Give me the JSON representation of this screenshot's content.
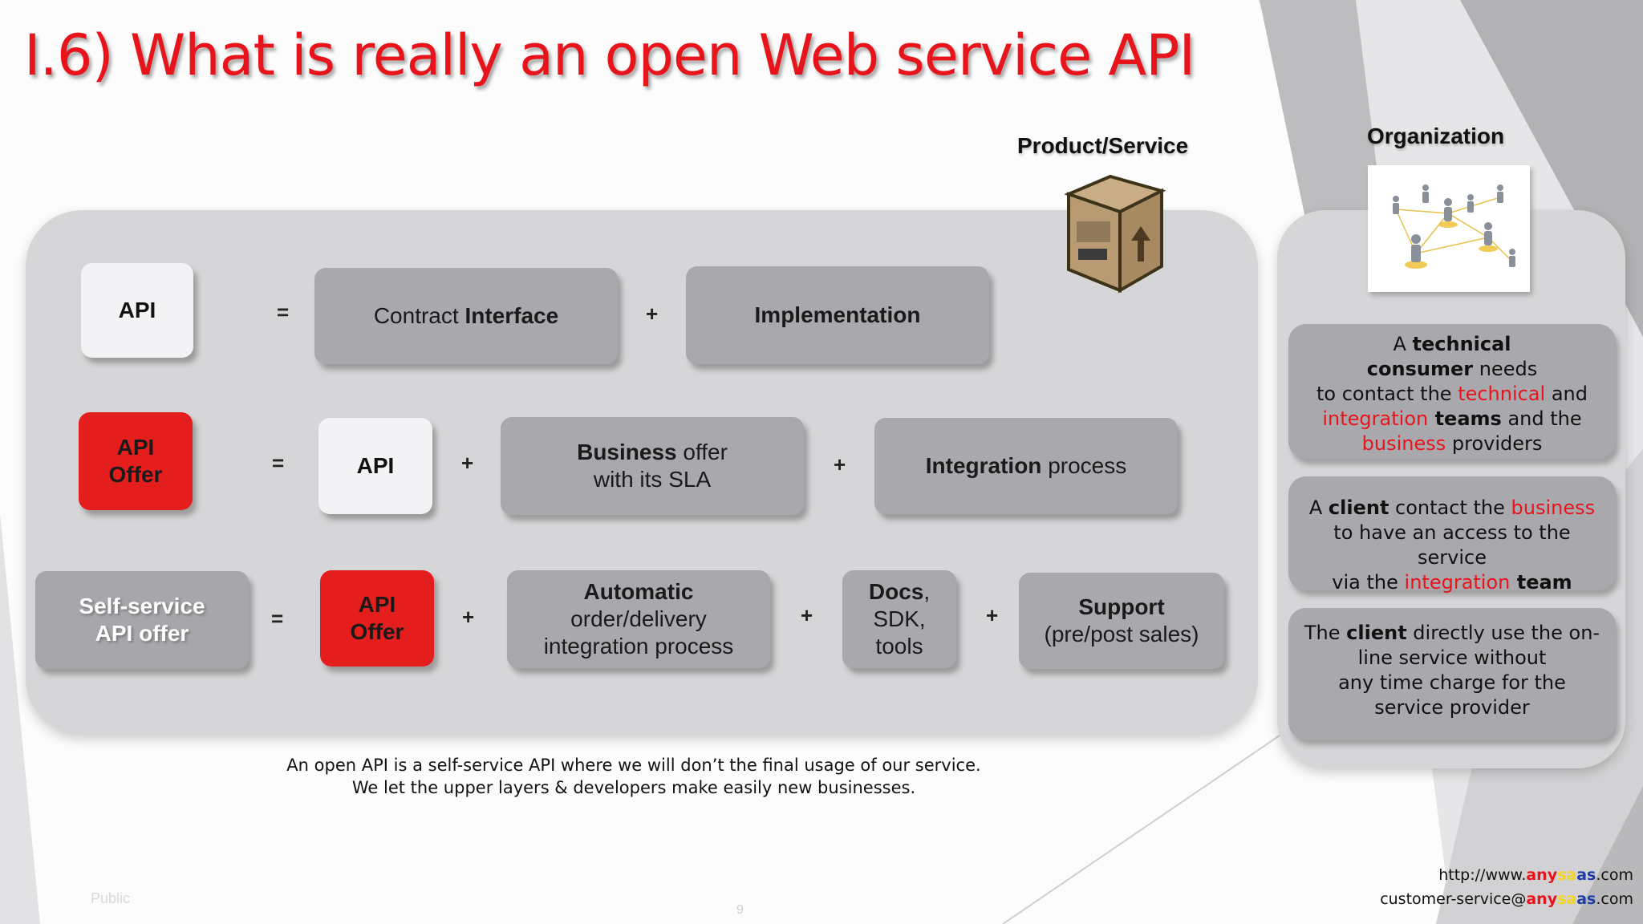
{
  "title": "I.6) What is really an open Web service API",
  "headers": {
    "product": "Product/Service",
    "organization": "Organization"
  },
  "row1": {
    "api": "API",
    "eq": "=",
    "contract_a": "Contract ",
    "contract_b": "Interface",
    "plus1": "+",
    "implementation": "Implementation"
  },
  "row2": {
    "api_offer_l1": "API",
    "api_offer_l2": "Offer",
    "eq": "=",
    "api": "API",
    "plus1": "+",
    "business_a": "Business",
    "business_b": " offer",
    "business_c": "with its SLA",
    "plus2": "+",
    "integration_a": "Integration",
    "integration_b": " process"
  },
  "row3": {
    "self_l1": "Self-service",
    "self_l2": "API offer",
    "eq": "=",
    "api_offer_l1": "API",
    "api_offer_l2": "Offer",
    "plus1": "+",
    "auto_l1": "Automatic",
    "auto_l2": "order/delivery",
    "auto_l3": "integration process",
    "plus2": "+",
    "docs_l1": "Docs",
    "docs_l1b": ",",
    "docs_l2": "SDK,",
    "docs_l3": "tools",
    "plus3": "+",
    "support_l1": "Support",
    "support_l2": "(pre/post sales)"
  },
  "right": {
    "box1": {
      "w1": "A ",
      "w2": "technical",
      "w3": "consumer",
      "w4": " needs",
      "w5": "to contact the ",
      "w6": "technical",
      "w7": " and",
      "w8": "integration",
      "w9": " teams",
      "w10": " and the",
      "w11": "business",
      "w12": " providers"
    },
    "box2": {
      "w1": "A ",
      "w2": "client",
      "w3": " contact the ",
      "w4": "business",
      "w5": "to have an access to the service",
      "w6": "via the ",
      "w7": "integration",
      "w8": " team"
    },
    "box3": {
      "w1": "The ",
      "w2": "client",
      "w3": " directly use the on-",
      "w4": "line service without",
      "w5": "any time charge for the",
      "w6": "service provider"
    }
  },
  "caption": {
    "line1": "An open API is a self-service API where we will don’t the final usage of our service.",
    "line2": "We let the upper layers & developers make easily new businesses."
  },
  "footer": {
    "public": "Public",
    "page": "9",
    "url_a": "http://www.",
    "url_any": "any",
    "url_sa": "sa",
    "url_as": "as",
    "url_b": ".com",
    "mail_a": "customer-service@",
    "mail_any": "any",
    "mail_sa": "sa",
    "mail_as": "as",
    "mail_b": ".com"
  },
  "colors": {
    "accent_red": "#e8141c",
    "box_gray": "#a9a9ad",
    "panel_gray": "#d6d6d8"
  }
}
